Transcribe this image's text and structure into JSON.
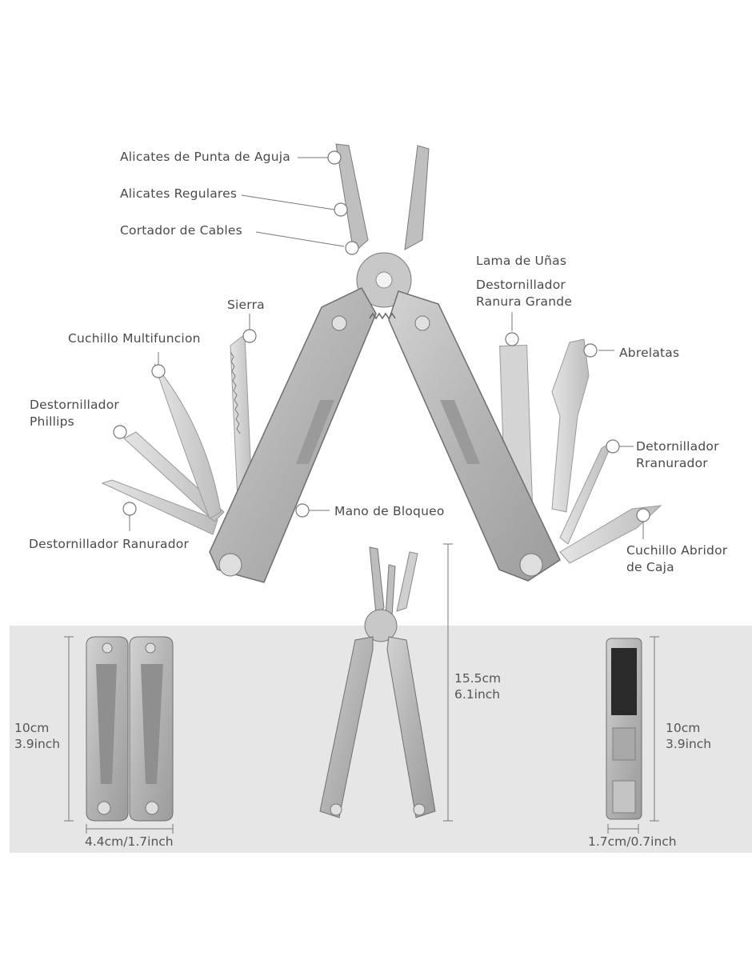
{
  "callouts": {
    "needle_nose": "Alicates de Punta de Aguja",
    "regular_pliers": "Alicates Regulares",
    "wire_cutter": "Cortador de Cables",
    "saw": "Sierra",
    "multi_knife": "Cuchillo Multifuncion",
    "phillips_l1": "Destornillador",
    "phillips_l2": "Phillips",
    "slotted_left": "Destornillador Ranurador",
    "lock": "Mano de Bloqueo",
    "nail_file": "Lama de Uñas",
    "large_slot_l1": "Destornillador",
    "large_slot_l2": "Ranura Grande",
    "can_opener": "Abrelatas",
    "slotted_right_l1": "Detornillador",
    "slotted_right_l2": "Rranurador",
    "box_knife_l1": "Cuchillo Abridor",
    "box_knife_l2": "de Caja"
  },
  "dimensions": {
    "folded_front_height_cm": "10cm",
    "folded_front_height_in": "3.9inch",
    "folded_front_width": "4.4cm/1.7inch",
    "open_height_cm": "15.5cm",
    "open_height_in": "6.1inch",
    "folded_side_height_cm": "10cm",
    "folded_side_height_in": "3.9inch",
    "folded_side_width": "1.7cm/0.7inch"
  },
  "colors": {
    "steel": "#b9b9b9",
    "steel_dark": "#8e8e8e",
    "outline": "#6f6f6f",
    "band": "#e6e6e6",
    "text": "#4a4a4a"
  }
}
